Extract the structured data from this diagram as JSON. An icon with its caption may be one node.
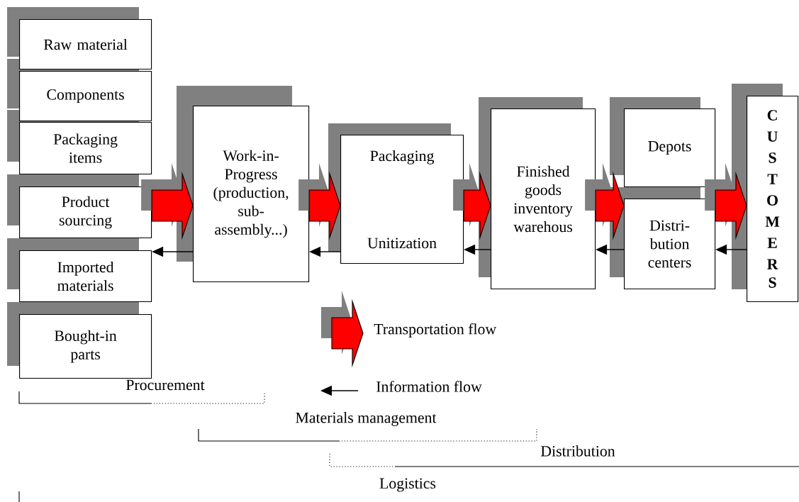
{
  "diagram": {
    "nodes": [
      {
        "text": [
          "Raw material"
        ]
      },
      {
        "text": [
          "Components"
        ]
      },
      {
        "text": [
          "Packaging items"
        ]
      },
      {
        "text": [
          "Product sourcing"
        ]
      },
      {
        "text": [
          "Imported materials"
        ]
      },
      {
        "text": [
          "Bought-in parts"
        ]
      },
      {
        "text": [
          "Work-in- Progress (production, sub- assembly...)"
        ]
      },
      {
        "text": [
          "Packaging",
          "Unitization"
        ]
      },
      {
        "text": [
          "Finished goods inventory warehous"
        ]
      },
      {
        "text": [
          "Depots"
        ]
      },
      {
        "text": [
          "Distri- bution centers"
        ]
      },
      {
        "text": [
          "CUSTOMERS"
        ]
      }
    ],
    "edges": [
      {
        "from": 3,
        "to": 6,
        "arrow": "to",
        "style": "thick",
        "color": "#ff0000"
      },
      {
        "from": 6,
        "to": 7,
        "arrow": "to",
        "style": "thick",
        "color": "#ff0000"
      },
      {
        "from": 7,
        "to": 8,
        "arrow": "to",
        "style": "thick",
        "color": "#ff0000"
      },
      {
        "from": 8,
        "to": 10,
        "arrow": "to",
        "style": "thick",
        "color": "#ff0000"
      },
      {
        "from": 10,
        "to": 11,
        "arrow": "to",
        "style": "thick",
        "color": "#ff0000"
      },
      {
        "from": 6,
        "to": 4,
        "arrow": "to"
      },
      {
        "from": 7,
        "to": 6,
        "arrow": "to"
      },
      {
        "from": 8,
        "to": 7,
        "arrow": "to"
      },
      {
        "from": 10,
        "to": 8,
        "arrow": "to"
      },
      {
        "from": 11,
        "to": 10,
        "arrow": "to"
      }
    ],
    "labels": [
      "Procurement",
      "Materials management",
      "Distribution",
      "Logistics"
    ],
    "legend": [
      {
        "text": "Transportation flow"
      },
      {
        "text": "Information flow"
      }
    ]
  }
}
